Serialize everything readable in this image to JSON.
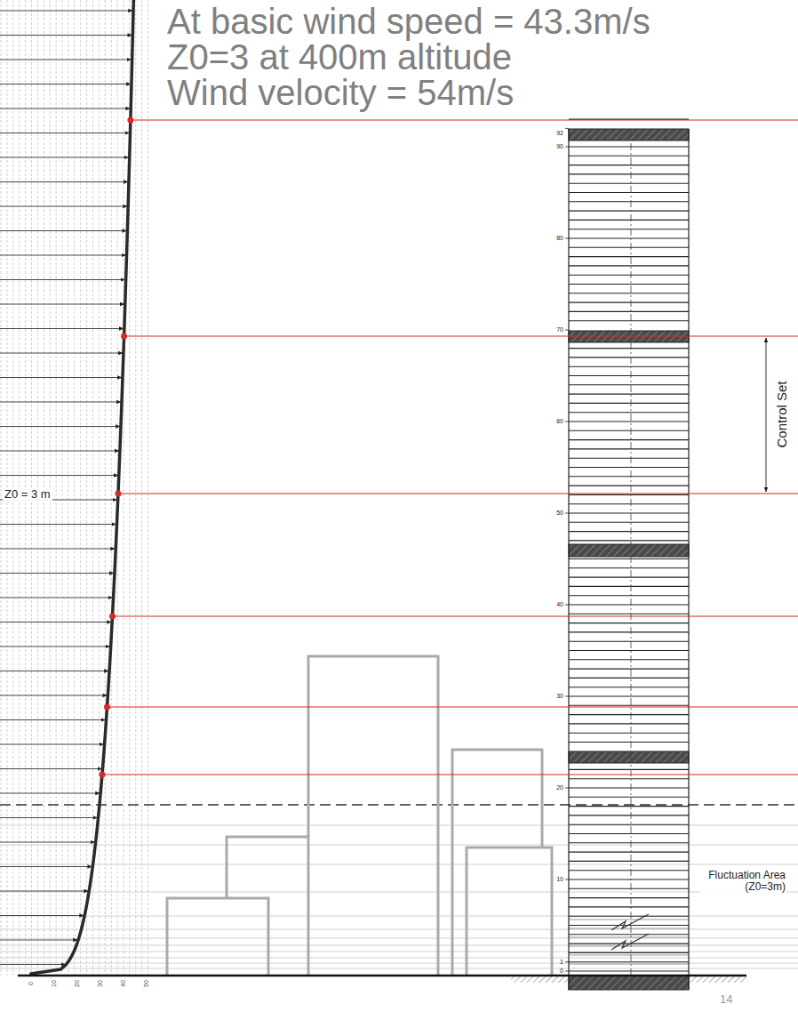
{
  "diagram": {
    "labels": [
      "At basic wind speed = 43.3m/s",
      "Z0=3 at 400m altitude",
      "Wind velocity = 54m/s",
      "Z0 = 3 m",
      "92",
      "90",
      "80",
      "70",
      "60",
      "50",
      "40",
      "30",
      "20",
      "10",
      "1",
      "0",
      "Control Set",
      "Fluctuation Area (Z0=3m)",
      "0",
      "10",
      "20",
      "30",
      "40",
      "50",
      "14"
    ]
  }
}
